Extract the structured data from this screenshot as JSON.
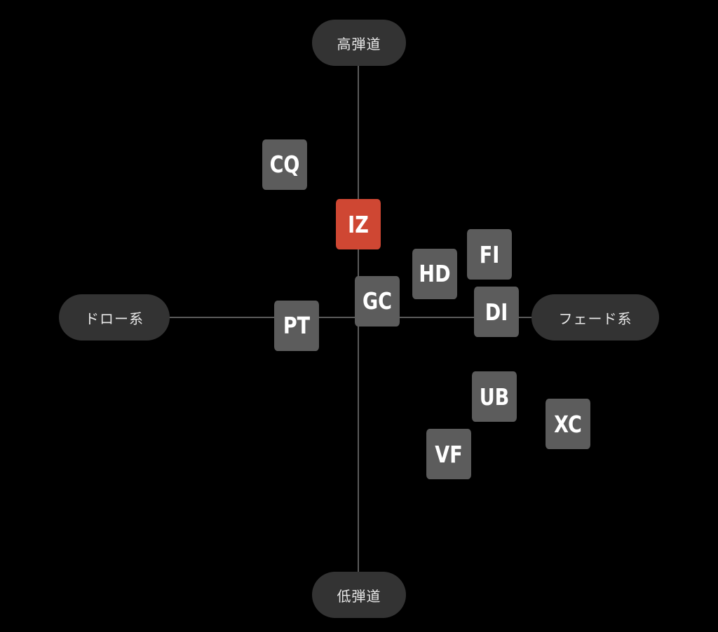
{
  "axes": {
    "top": "高弾道",
    "bottom": "低弾道",
    "left": "ドロー系",
    "right": "フェード系"
  },
  "colors": {
    "background": "#000000",
    "pill": "#333333",
    "tile": "#5c5c5c",
    "highlight": "#cf4733",
    "axis": "#5a5a5a"
  },
  "items": [
    {
      "label": "CQ",
      "draw_fade": -0.31,
      "trajectory": 0.56,
      "highlight": false
    },
    {
      "label": "IZ",
      "draw_fade": 0.0,
      "trajectory": 0.34,
      "highlight": true
    },
    {
      "label": "FI",
      "draw_fade": 0.55,
      "trajectory": 0.23,
      "highlight": false
    },
    {
      "label": "HD",
      "draw_fade": 0.32,
      "trajectory": 0.16,
      "highlight": false
    },
    {
      "label": "GC",
      "draw_fade": 0.08,
      "trajectory": 0.06,
      "highlight": false
    },
    {
      "label": "DI",
      "draw_fade": 0.58,
      "trajectory": 0.02,
      "highlight": false
    },
    {
      "label": "PT",
      "draw_fade": -0.26,
      "trajectory": -0.03,
      "highlight": false
    },
    {
      "label": "UB",
      "draw_fade": 0.57,
      "trajectory": -0.29,
      "highlight": false
    },
    {
      "label": "XC",
      "draw_fade": 0.88,
      "trajectory": -0.39,
      "highlight": false
    },
    {
      "label": "VF",
      "draw_fade": 0.38,
      "trajectory": -0.5,
      "highlight": false
    }
  ]
}
